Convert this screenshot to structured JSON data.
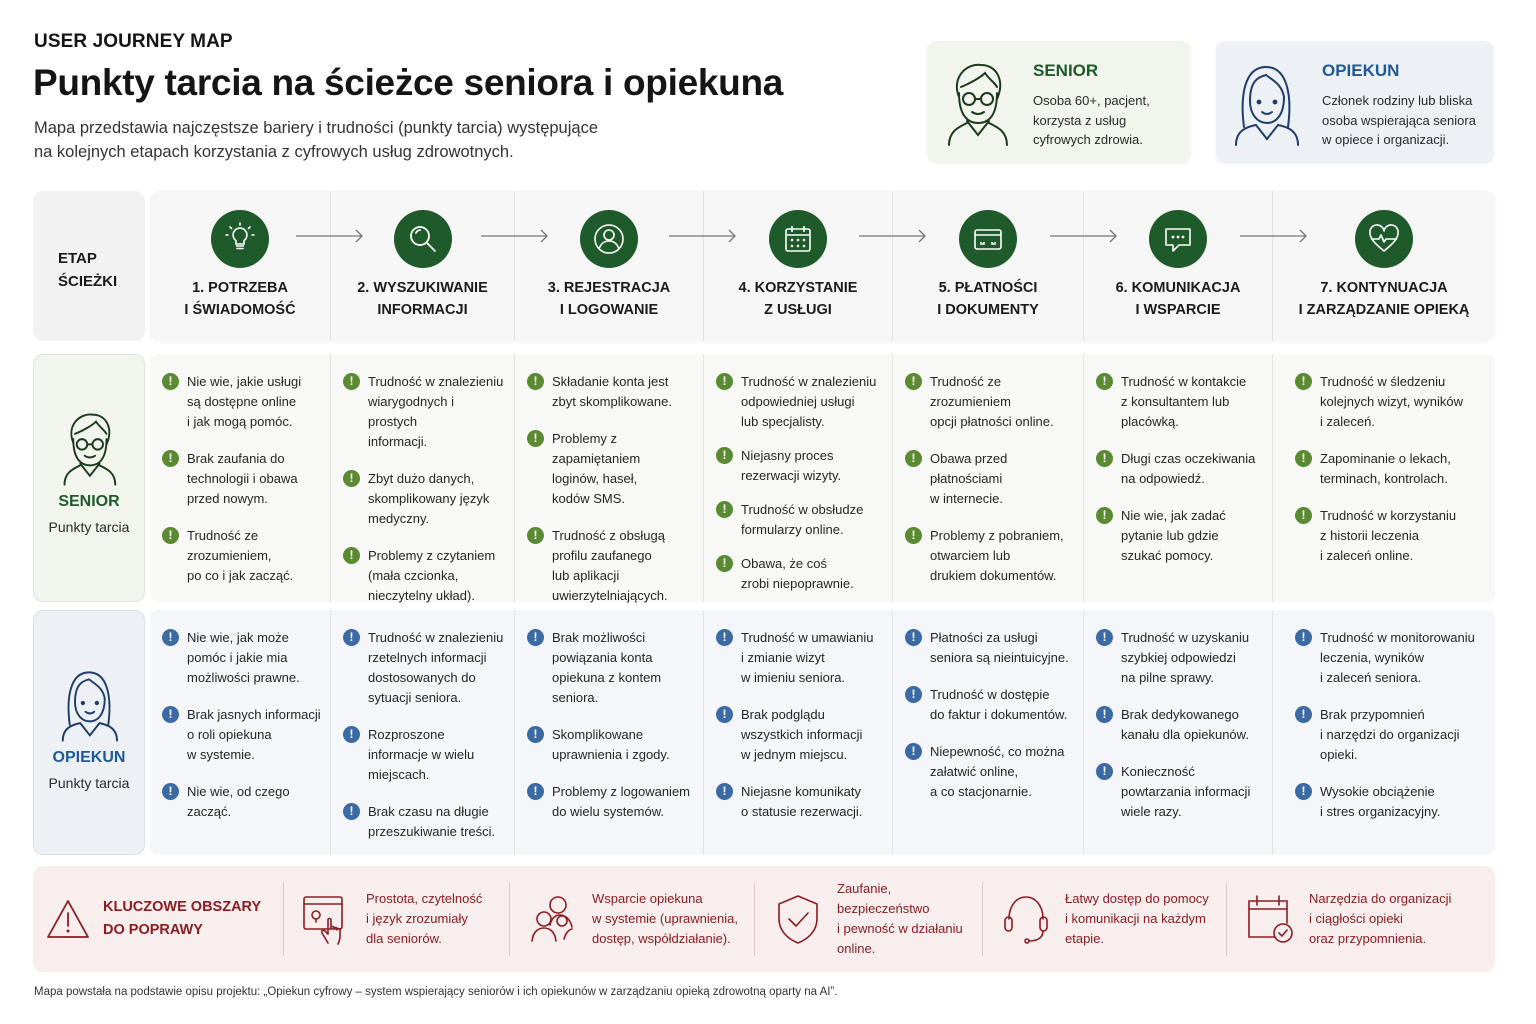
{
  "header": {
    "kicker": "USER JOURNEY MAP",
    "title": "Punkty tarcia na ścieżce seniora i opiekuna",
    "subtitle": "Mapa przedstawia najczęstsze bariery i trudności (punkty tarcia) występujące\nna kolejnych etapach korzystania z cyfrowych usług zdrowotnych."
  },
  "personas": {
    "senior": {
      "name": "SENIOR",
      "description": "Osoba 60+, pacjent,\nkorzysta z usług\ncyfrowych zdrowia.",
      "icon": "senior-avatar-icon",
      "color": "#1f5a2b"
    },
    "opiekun": {
      "name": "OPIEKUN",
      "description": "Członek rodziny lub bliska\nosoba wspierająca seniora\nw opiece i organizacji.",
      "icon": "caregiver-avatar-icon",
      "color": "#1f5a94"
    }
  },
  "stage_row_label": "ETAP\nŚCIEŻKI",
  "stages": [
    {
      "label": "1. POTRZEBA\nI ŚWIADOMOŚĆ",
      "icon": "lightbulb-icon"
    },
    {
      "label": "2. WYSZUKIWANIE\nINFORMACJI",
      "icon": "magnifier-icon"
    },
    {
      "label": "3. REJESTRACJA\nI LOGOWANIE",
      "icon": "user-profile-icon"
    },
    {
      "label": "4. KORZYSTANIE\nZ USŁUGI",
      "icon": "calendar-icon"
    },
    {
      "label": "5. PŁATNOŚCI\nI DOKUMENTY",
      "icon": "card-icon"
    },
    {
      "label": "6. KOMUNIKACJA\nI WSPARCIE",
      "icon": "chat-icon"
    },
    {
      "label": "7. KONTYNUACJA\nI ZARZĄDZANIE OPIEKĄ",
      "icon": "heart-pulse-icon"
    }
  ],
  "rows": {
    "senior": {
      "name": "SENIOR",
      "sub": "Punkty tarcia",
      "cells": [
        [
          "Nie wie, jakie usługi\nsą dostępne online\ni jak mogą pomóc.",
          "Brak zaufania do\ntechnologii i obawa\nprzed nowym.",
          "Trudność ze zrozumieniem,\npo co i jak zacząć."
        ],
        [
          "Trudność w znalezieniu\nwiarygodnych i prostych\ninformacji.",
          "Zbyt dużo danych,\nskomplikowany język\nmedyczny.",
          "Problemy z czytaniem\n(mała czcionka,\nnieczytelny układ)."
        ],
        [
          "Składanie konta jest\nzbyt skomplikowane.",
          "Problemy z zapamiętaniem\nloginów, haseł,\nkodów SMS.",
          "Trudność z obsługą\nprofilu zaufanego\nlub aplikacji\nuwierzytelniających."
        ],
        [
          "Trudność w znalezieniu\nodpowiedniej usługi\nlub specjalisty.",
          "Niejasny proces\nrezerwacji wizyty.",
          "Trudność w obsłudze\nformularzy online.",
          "Obawa, że coś\nzrobi niepoprawnie."
        ],
        [
          "Trudność ze zrozumieniem\nopcji płatności online.",
          "Obawa przed płatnościami\nw internecie.",
          "Problemy z pobraniem,\notwarciem lub\ndrukiem dokumentów."
        ],
        [
          "Trudność w kontakcie\nz konsultantem lub\nplacówką.",
          "Długi czas oczekiwania\nna odpowiedź.",
          "Nie wie, jak zadać\npytanie lub gdzie\nszukać pomocy."
        ],
        [
          "Trudność w śledzeniu\nkolejnych wizyt, wyników\ni zaleceń.",
          "Zapominanie o lekach,\nterminach, kontrolach.",
          "Trudność w korzystaniu\nz historii leczenia\ni zaleceń online."
        ]
      ]
    },
    "opiekun": {
      "name": "OPIEKUN",
      "sub": "Punkty tarcia",
      "cells": [
        [
          "Nie wie, jak może\npomóc i jakie mia\nmożliwości prawne.",
          "Brak jasnych informacji\no roli opiekuna\nw systemie.",
          "Nie wie, od czego\nzacząć."
        ],
        [
          "Trudność w znalezieniu\nrzetelnych informacji\ndostosowanych do\nsytuacji seniora.",
          "Rozproszone\ninformacje w wielu\nmiejscach.",
          "Brak czasu na długie\nprzeszukiwanie treści."
        ],
        [
          "Brak możliwości\npowiązania konta\nopiekuna z kontem\nseniora.",
          "Skomplikowane\nuprawnienia i zgody.",
          "Problemy z logowaniem\ndo wielu systemów."
        ],
        [
          "Trudność w umawianiu\ni zmianie wizyt\nw imieniu seniora.",
          "Brak podglądu\nwszystkich informacji\nw jednym miejscu.",
          "Niejasne komunikaty\no statusie rezerwacji."
        ],
        [
          "Płatności za usługi\nseniora są nieintuicyjne.",
          "Trudność w dostępie\ndo faktur i dokumentów.",
          "Niepewność, co można\nzałatwić online,\na co stacjonarnie."
        ],
        [
          "Trudność w uzyskaniu\nszybkiej odpowiedzi\nna pilne sprawy.",
          "Brak dedykowanego\nkanału dla opiekunów.",
          "Konieczność\npowtarzania informacji\nwiele razy."
        ],
        [
          "Trudność w monitorowaniu\nleczenia, wyników\ni zaleceń seniora.",
          "Brak przypomnień\ni narzędzi do organizacji\nopieki.",
          "Wysokie obciążenie\ni stres organizacyjny."
        ]
      ]
    }
  },
  "improvements": {
    "title": "KLUCZOWE OBSZARY\nDO POPRAWY",
    "icon": "warning-triangle-icon",
    "color": "#8c1c22",
    "items": [
      {
        "text": "Prostota, czytelność\ni język zrozumiały\ndla seniorów.",
        "icon": "tap-screen-icon"
      },
      {
        "text": "Wsparcie opiekuna\nw systemie (uprawnienia,\ndostęp, współdziałanie).",
        "icon": "people-icon"
      },
      {
        "text": "Zaufanie, bezpieczeństwo\ni pewność w działaniu\nonline.",
        "icon": "shield-check-icon"
      },
      {
        "text": "Łatwy dostęp do pomocy\ni komunikacji na każdym\netapie.",
        "icon": "headset-icon"
      },
      {
        "text": "Narzędzia do organizacji\ni ciągłości opieki\noraz przypomnienia.",
        "icon": "calendar-check-icon"
      }
    ]
  },
  "footer": "Mapa powstała na podstawie opisu projektu: „Opiekun cyfrowy – system wspierający seniorów i ich opiekunów w zarządzaniu opieką zdrowotną oparty na AI”."
}
